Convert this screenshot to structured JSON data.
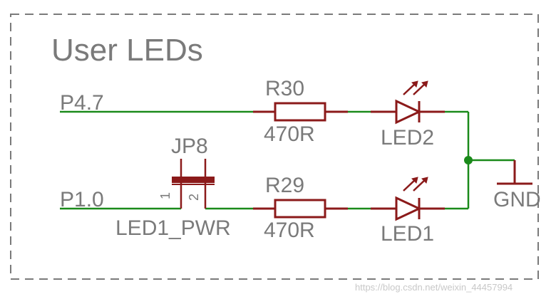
{
  "title": "User LEDs",
  "nets": {
    "p47": "P4.7",
    "p10": "P1.0",
    "gnd": "GND"
  },
  "jumper": {
    "ref": "JP8",
    "name": "LED1_PWR",
    "pin1": "1",
    "pin2": "2"
  },
  "resistors": {
    "top": {
      "ref": "R30",
      "value": "470R"
    },
    "bottom": {
      "ref": "R29",
      "value": "470R"
    }
  },
  "leds": {
    "top": "LED2",
    "bottom": "LED1"
  },
  "watermark": "https://blog.csdn.net/weixin_44457994",
  "colors": {
    "wire": "#1a8a1a",
    "component": "#8b1a1a",
    "text": "#7a7a7a",
    "frame": "#7a7a7a"
  }
}
